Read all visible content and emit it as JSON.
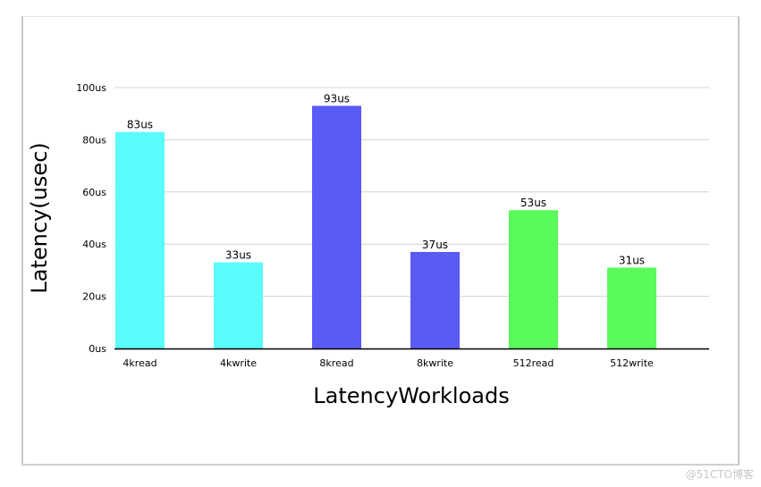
{
  "chart_data": {
    "type": "bar",
    "categories": [
      "4kread",
      "4kwrite",
      "8kread",
      "8kwrite",
      "512read",
      "512write"
    ],
    "values": [
      83,
      33,
      93,
      37,
      53,
      31
    ],
    "data_labels": [
      "83us",
      "33us",
      "93us",
      "37us",
      "53us",
      "31us"
    ],
    "colors": [
      "#5bfbfb",
      "#5bfbfb",
      "#5a5af5",
      "#5a5af5",
      "#5afa5a",
      "#5afa5a"
    ],
    "xlabel": "LatencyWorkloads",
    "ylabel": "Latency(usec)",
    "yticks": [
      0,
      20,
      40,
      60,
      80,
      100
    ],
    "ytick_labels": [
      "0us",
      "20us",
      "40us",
      "60us",
      "80us",
      "100us"
    ],
    "ylim": [
      0,
      100
    ],
    "grid": true
  },
  "watermark": "@51CTO博客"
}
